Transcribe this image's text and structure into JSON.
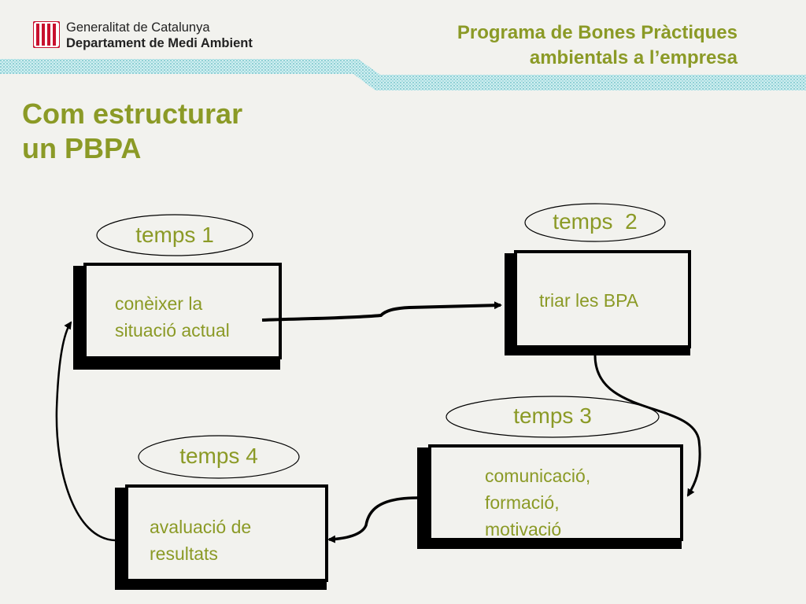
{
  "header": {
    "org_line1": "Generalitat de Catalunya",
    "org_line2": "Departament de Medi Ambient",
    "program_title_line1": "Programa de Bones Pràctiques",
    "program_title_line2": "ambientals a l’empresa",
    "logo_icon": "generalitat-stripes-icon"
  },
  "slide": {
    "title_line1": "Com estructurar",
    "title_line2": "un PBPA"
  },
  "steps": [
    {
      "time_label": "temps 1",
      "text_lines": [
        "conèixer la",
        "situació actual"
      ]
    },
    {
      "time_label": "temps  2",
      "text_lines": [
        "triar les BPA"
      ]
    },
    {
      "time_label": "temps 3",
      "text_lines": [
        "comunicació,",
        "formació,",
        "motivació"
      ]
    },
    {
      "time_label": "temps 4",
      "text_lines": [
        "avaluació de",
        "resultats"
      ]
    }
  ],
  "colors": {
    "accent_olive": "#8b9a26",
    "teal_band": "#8fd0d6",
    "background": "#f2f2ee",
    "logo_red": "#c8102e"
  }
}
